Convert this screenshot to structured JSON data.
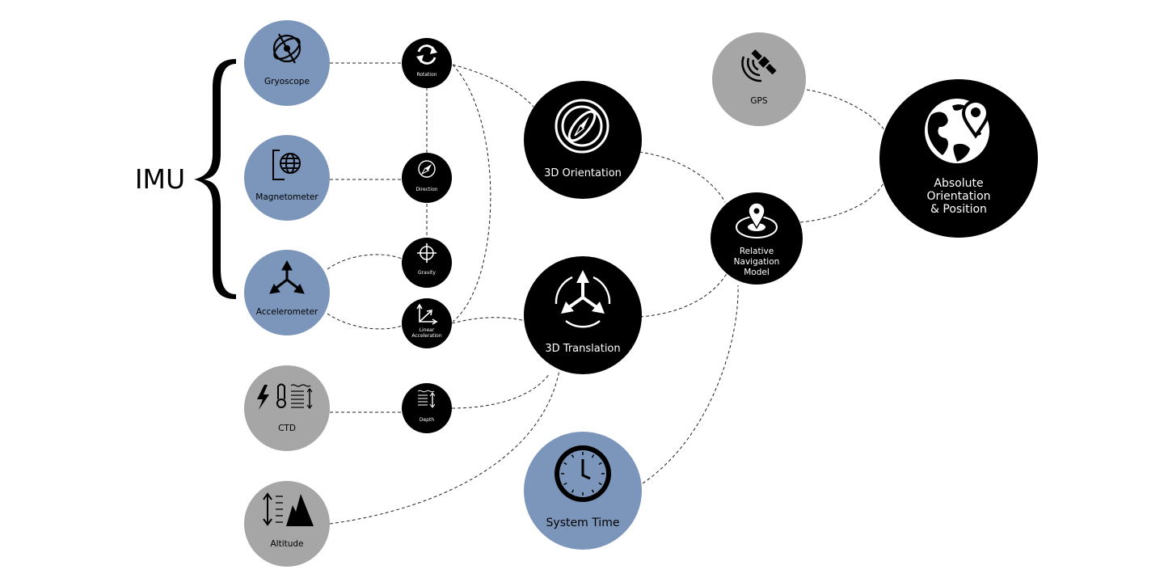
{
  "group_label": "IMU",
  "sensors": {
    "gyroscope": "Gryoscope",
    "magnetometer": "Magnetometer",
    "accelerometer": "Accelerometer",
    "ctd": "CTD",
    "altitude": "Altitude",
    "gps": "GPS"
  },
  "measurements": {
    "rotation": "Rotation",
    "direction": "Direction",
    "gravity": "Gravity",
    "linear_acceleration": [
      "Linear",
      "Acceleration"
    ],
    "depth": "Depth"
  },
  "outputs": {
    "orientation": "3D Orientation",
    "translation": "3D Translation",
    "system_time": "System Time",
    "relative_nav": [
      "Relative",
      "Navigation",
      "Model"
    ],
    "absolute": [
      "Absolute",
      "Orientation",
      "& Position"
    ]
  },
  "colors": {
    "imu_blue": "#7b96ba",
    "sensor_grey": "#a6a6a6",
    "node_black": "#000000",
    "connector": "#222222"
  }
}
